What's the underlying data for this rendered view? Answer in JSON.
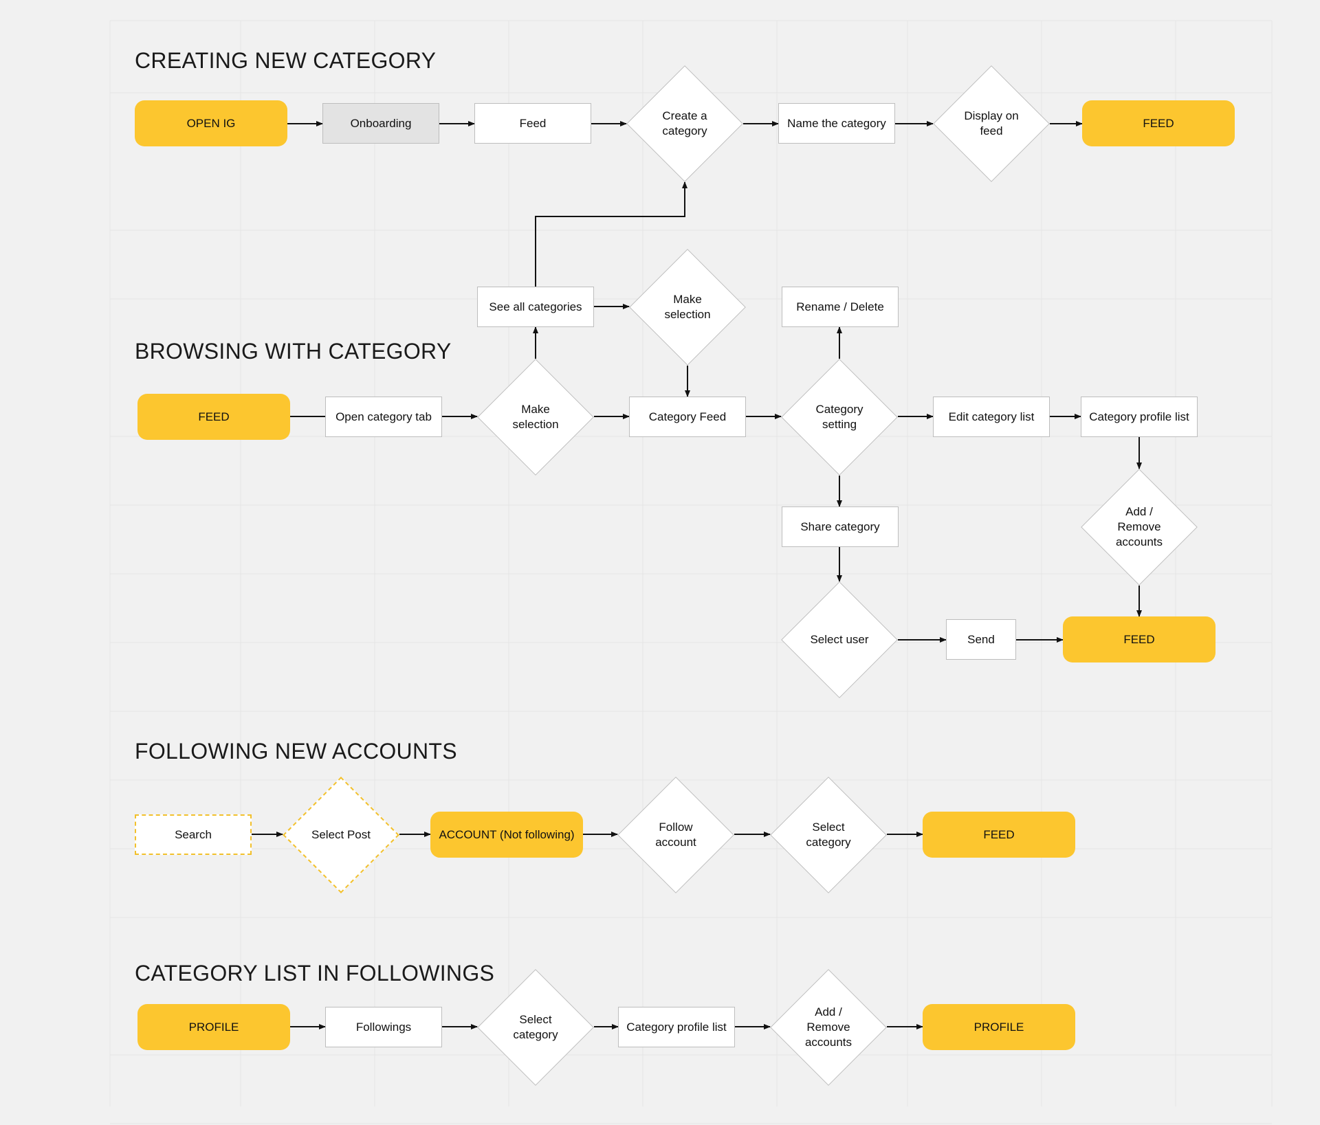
{
  "colors": {
    "background": "#f1f1f1",
    "terminal": "#fcc62f",
    "box_border": "#bdbdbd",
    "dashed_border": "#f2c02b",
    "line": "#111111"
  },
  "sections": {
    "creating": "CREATING NEW CATEGORY",
    "browsing": "BROWSING WITH CATEGORY",
    "following": "FOLLOWING NEW ACCOUNTS",
    "list": "CATEGORY LIST IN FOLLOWINGS"
  },
  "nodes": {
    "c_open_ig": "OPEN IG",
    "c_onboarding": "Onboarding",
    "c_feed": "Feed",
    "c_create": "Create a\ncategory",
    "c_name": "Name the category",
    "c_display": "Display on\nfeed",
    "c_feed_end": "FEED",
    "b_see_all": "See all categories",
    "b_make_sel_top": "Make\nselection",
    "b_rename": "Rename / Delete",
    "b_feed": "FEED",
    "b_open_tab": "Open category tab",
    "b_make_sel": "Make\nselection",
    "b_cat_feed": "Category Feed",
    "b_cat_setting": "Category\nsetting",
    "b_edit_list": "Edit category list",
    "b_profile_list": "Category profile list",
    "b_share": "Share category",
    "b_add_remove": "Add /\nRemove\naccounts",
    "b_select_user": "Select user",
    "b_send": "Send",
    "b_feed_end": "FEED",
    "f_search": "Search",
    "f_select_post": "Select Post",
    "f_account": "ACCOUNT (Not following)",
    "f_follow": "Follow\naccount",
    "f_select_cat": "Select\ncategory",
    "f_feed": "FEED",
    "l_profile": "PROFILE",
    "l_followings": "Followings",
    "l_select_cat": "Select\ncategory",
    "l_profile_list": "Category profile list",
    "l_add_remove": "Add /\nRemove\naccounts",
    "l_profile_end": "PROFILE"
  }
}
